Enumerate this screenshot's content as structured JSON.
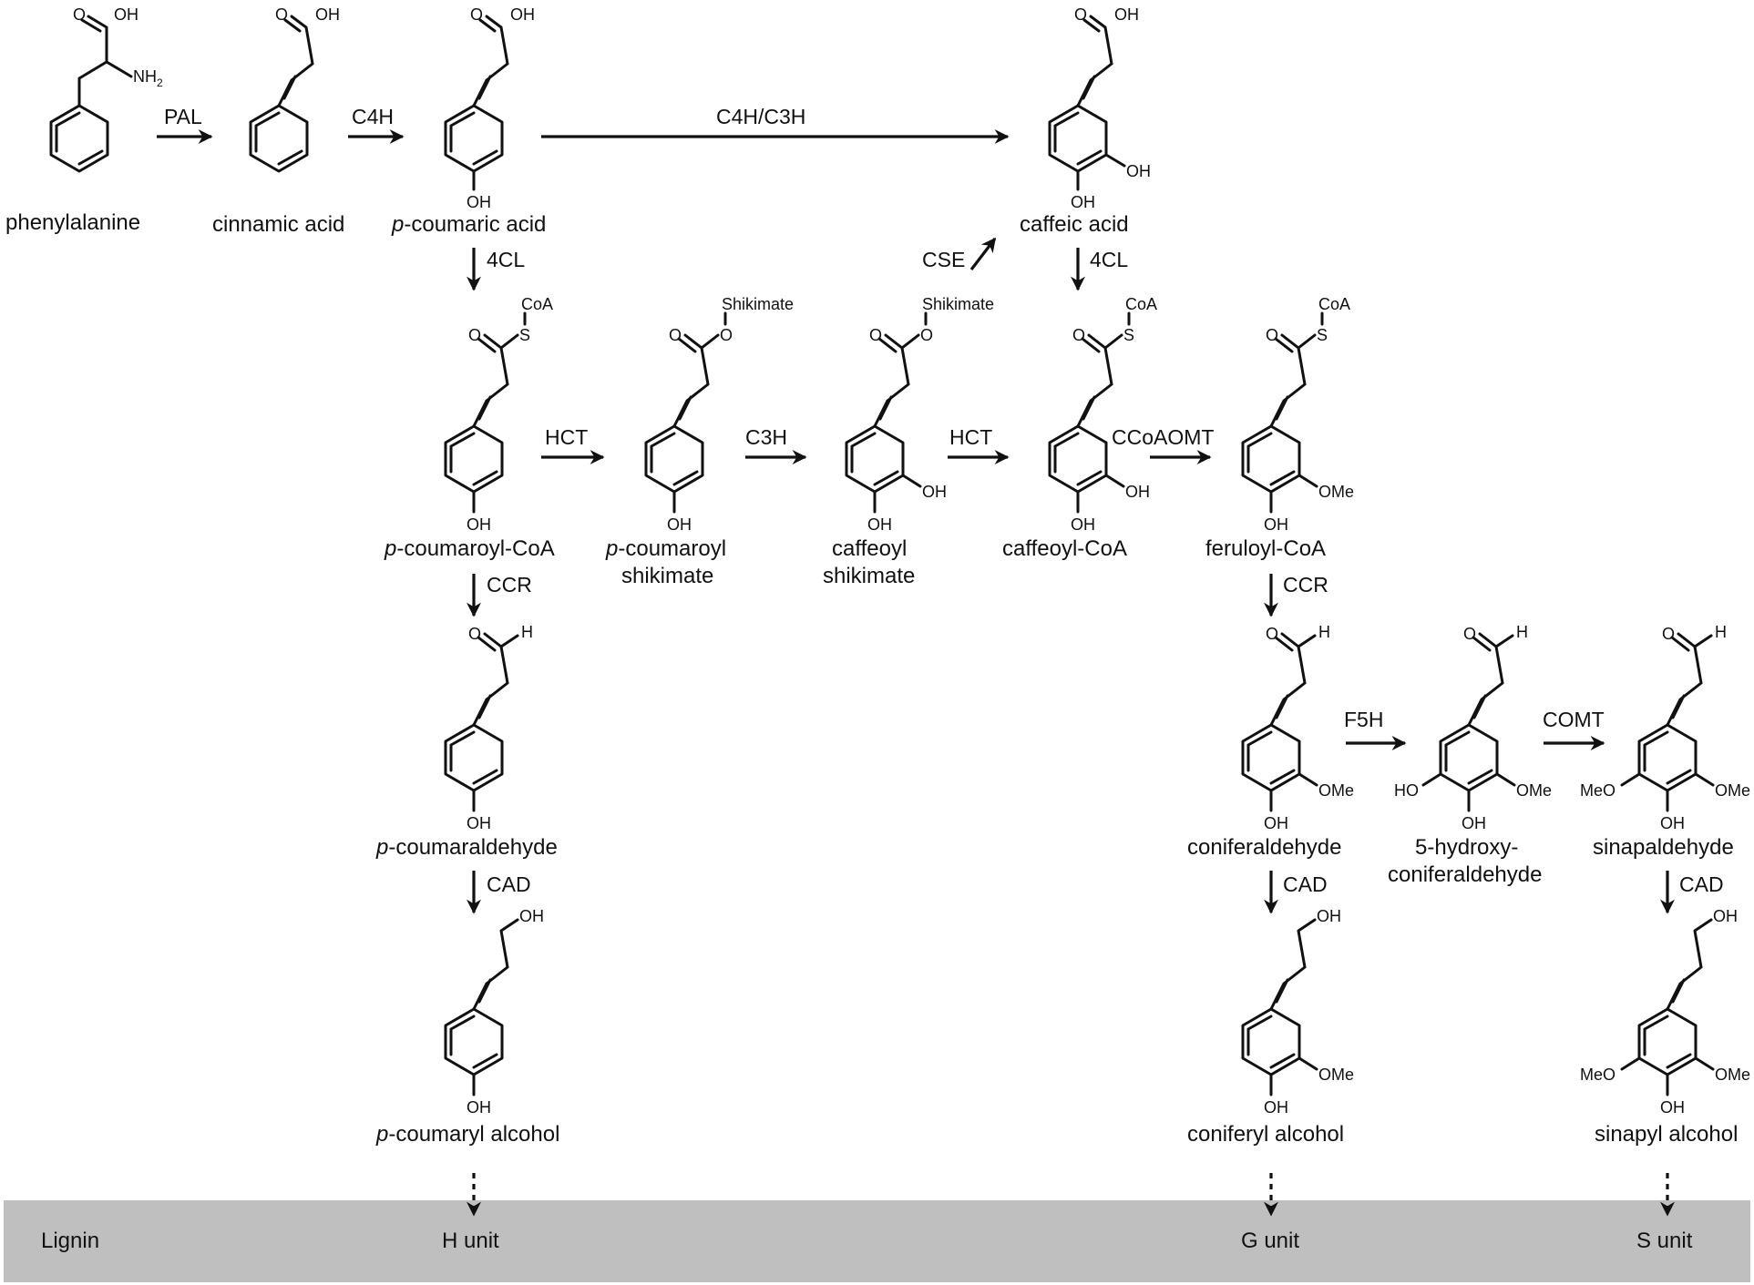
{
  "colors": {
    "band": "#bfbfbf",
    "ink": "#111111"
  },
  "compounds": {
    "phenylalanine": "phenylalanine",
    "cinnamic_acid": "cinnamic acid",
    "p_coumaric_acid_italic": "p",
    "p_coumaric_acid_rest": "-coumaric acid",
    "caffeic_acid": "caffeic acid",
    "p_coumaroyl_coa_italic": "p",
    "p_coumaroyl_coa_rest": "-coumaroyl-CoA",
    "p_coumaroyl_shikimate_italic": "p",
    "p_coumaroyl_shikimate_line1_rest": "-coumaroyl",
    "p_coumaroyl_shikimate_line2": "shikimate",
    "caffeoyl_shikimate_line1": "caffeoyl",
    "caffeoyl_shikimate_line2": "shikimate",
    "caffeoyl_coa": "caffeoyl-CoA",
    "feruloyl_coa": "feruloyl-CoA",
    "p_coumaraldehyde_italic": "p",
    "p_coumaraldehyde_rest": "-coumaraldehyde",
    "coniferaldehyde": "coniferaldehyde",
    "hydroxy_coniferaldehyde_line1": "5-hydroxy-",
    "hydroxy_coniferaldehyde_line2": "coniferaldehyde",
    "sinapaldehyde": "sinapaldehyde",
    "p_coumaryl_alcohol_italic": "p",
    "p_coumaryl_alcohol_rest": "-coumaryl alcohol",
    "coniferyl_alcohol": "coniferyl alcohol",
    "sinapyl_alcohol": "sinapyl alcohol"
  },
  "enzymes": {
    "pal": "PAL",
    "c4h": "C4H",
    "c4h_c3h": "C4H/C3H",
    "fourcl_left": "4CL",
    "cse": "CSE",
    "fourcl_right": "4CL",
    "hct_1": "HCT",
    "c3h": "C3H",
    "hct_2": "HCT",
    "ccoaomt": "CCoAOMT",
    "ccr_left": "CCR",
    "ccr_right": "CCR",
    "f5h": "F5H",
    "comt": "COMT",
    "cad_left": "CAD",
    "cad_middle": "CAD",
    "cad_right": "CAD"
  },
  "atoms": {
    "oh": "OH",
    "o": "O",
    "nh2": "NH",
    "nh2_sub": "2",
    "h": "H",
    "s": "S",
    "coa": "CoA",
    "shikimate": "Shikimate",
    "ome": "OMe",
    "meo": "MeO",
    "ho": "HO"
  },
  "lignin_band": {
    "title": "Lignin",
    "h_unit": "H unit",
    "g_unit": "G unit",
    "s_unit": "S unit"
  }
}
